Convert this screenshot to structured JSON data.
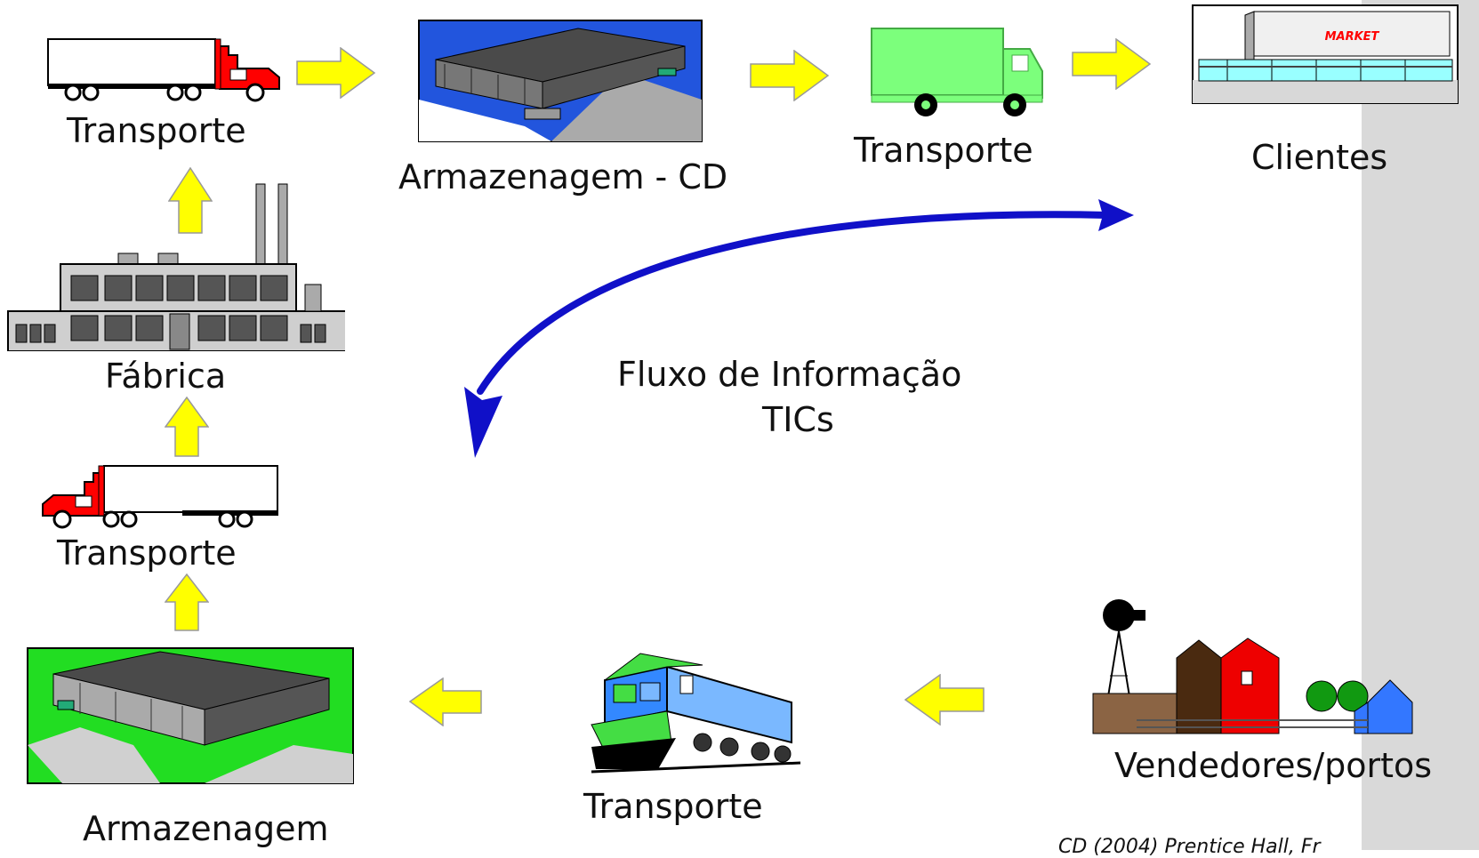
{
  "labels": {
    "transport_top_left": "Transporte",
    "warehouse_cd": "Armazenagem - CD",
    "transport_top_mid": "Transporte",
    "clients": "Clientes",
    "factory": "Fábrica",
    "transport_mid_left": "Transporte",
    "warehouse_bottom": "Armazenagem",
    "transport_train": "Transporte",
    "vendors": "Vendedores/portos",
    "info_flow_line1": "Fluxo de Informação",
    "info_flow_line2": "TICs",
    "market_sign": "MARKET",
    "credit": "CD (2004) Prentice Hall, Fr"
  },
  "colors": {
    "arrow_yellow": "#ffff00",
    "info_arrow_blue": "#1010c8",
    "truck_red": "#ff0000",
    "truck_green": "#7cff7c",
    "grass_green": "#22dd22",
    "water_blue": "#2255dd",
    "side_panel": "#d9d9d9"
  }
}
